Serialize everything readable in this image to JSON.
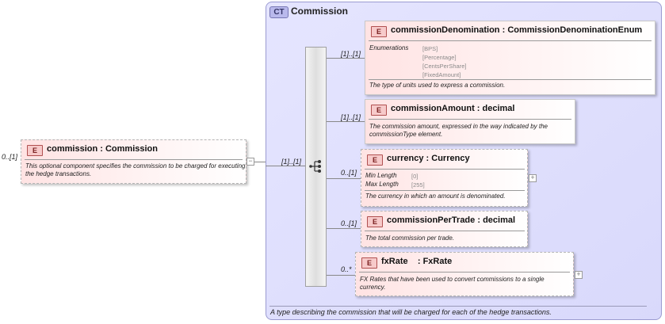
{
  "root": {
    "badge": "E",
    "name": "commission",
    "type": "Commission",
    "cardinality": "0..[1]",
    "description": "This optional component specifies the commission to be charged for executing the hedge transactions.",
    "expander": "−"
  },
  "complex_type": {
    "badge": "CT",
    "name": "Commission",
    "description": "A type describing the commission that will be charged for each of the hedge transactions.",
    "sequence_cardinality": "[1]..[1]",
    "sequence_icon": "sequence-icon"
  },
  "children": [
    {
      "badge": "E",
      "name": "commissionDenomination",
      "type": "CommissionDenominationEnum",
      "cardinality": "[1]..[1]",
      "facet_label": "Enumerations",
      "facet_values": [
        "[BPS]",
        "[Percentage]",
        "[CentsPerShare]",
        "[FixedAmount]"
      ],
      "description": "The type of units used to express a commission."
    },
    {
      "badge": "E",
      "name": "commissionAmount",
      "type": "decimal",
      "cardinality": "[1]..[1]",
      "description_lines": [
        "The commission amount, expressed in the way indicated by the",
        "commissionType element."
      ]
    },
    {
      "badge": "E",
      "name": "currency",
      "type": "Currency",
      "cardinality": "0..[1]",
      "facets": [
        {
          "label": "Min Length",
          "value": "[0]"
        },
        {
          "label": "Max Length",
          "value": "[255]"
        }
      ],
      "description": "The currency in which an amount is denominated.",
      "expander": "+"
    },
    {
      "badge": "E",
      "name": "commissionPerTrade",
      "type": "decimal",
      "cardinality": "0..[1]",
      "description": "The total commission per trade."
    },
    {
      "badge": "E",
      "name": "fxRate",
      "type": "FxRate",
      "cardinality": "0..*",
      "description_lines": [
        "FX Rates that have been used to convert commissions to a single",
        "currency."
      ],
      "expander": "+"
    }
  ],
  "colors": {
    "complex_type_bg": "#dcdcfc",
    "element_badge": "#f7caca",
    "element_gradient_start": "#ffe3e3"
  }
}
